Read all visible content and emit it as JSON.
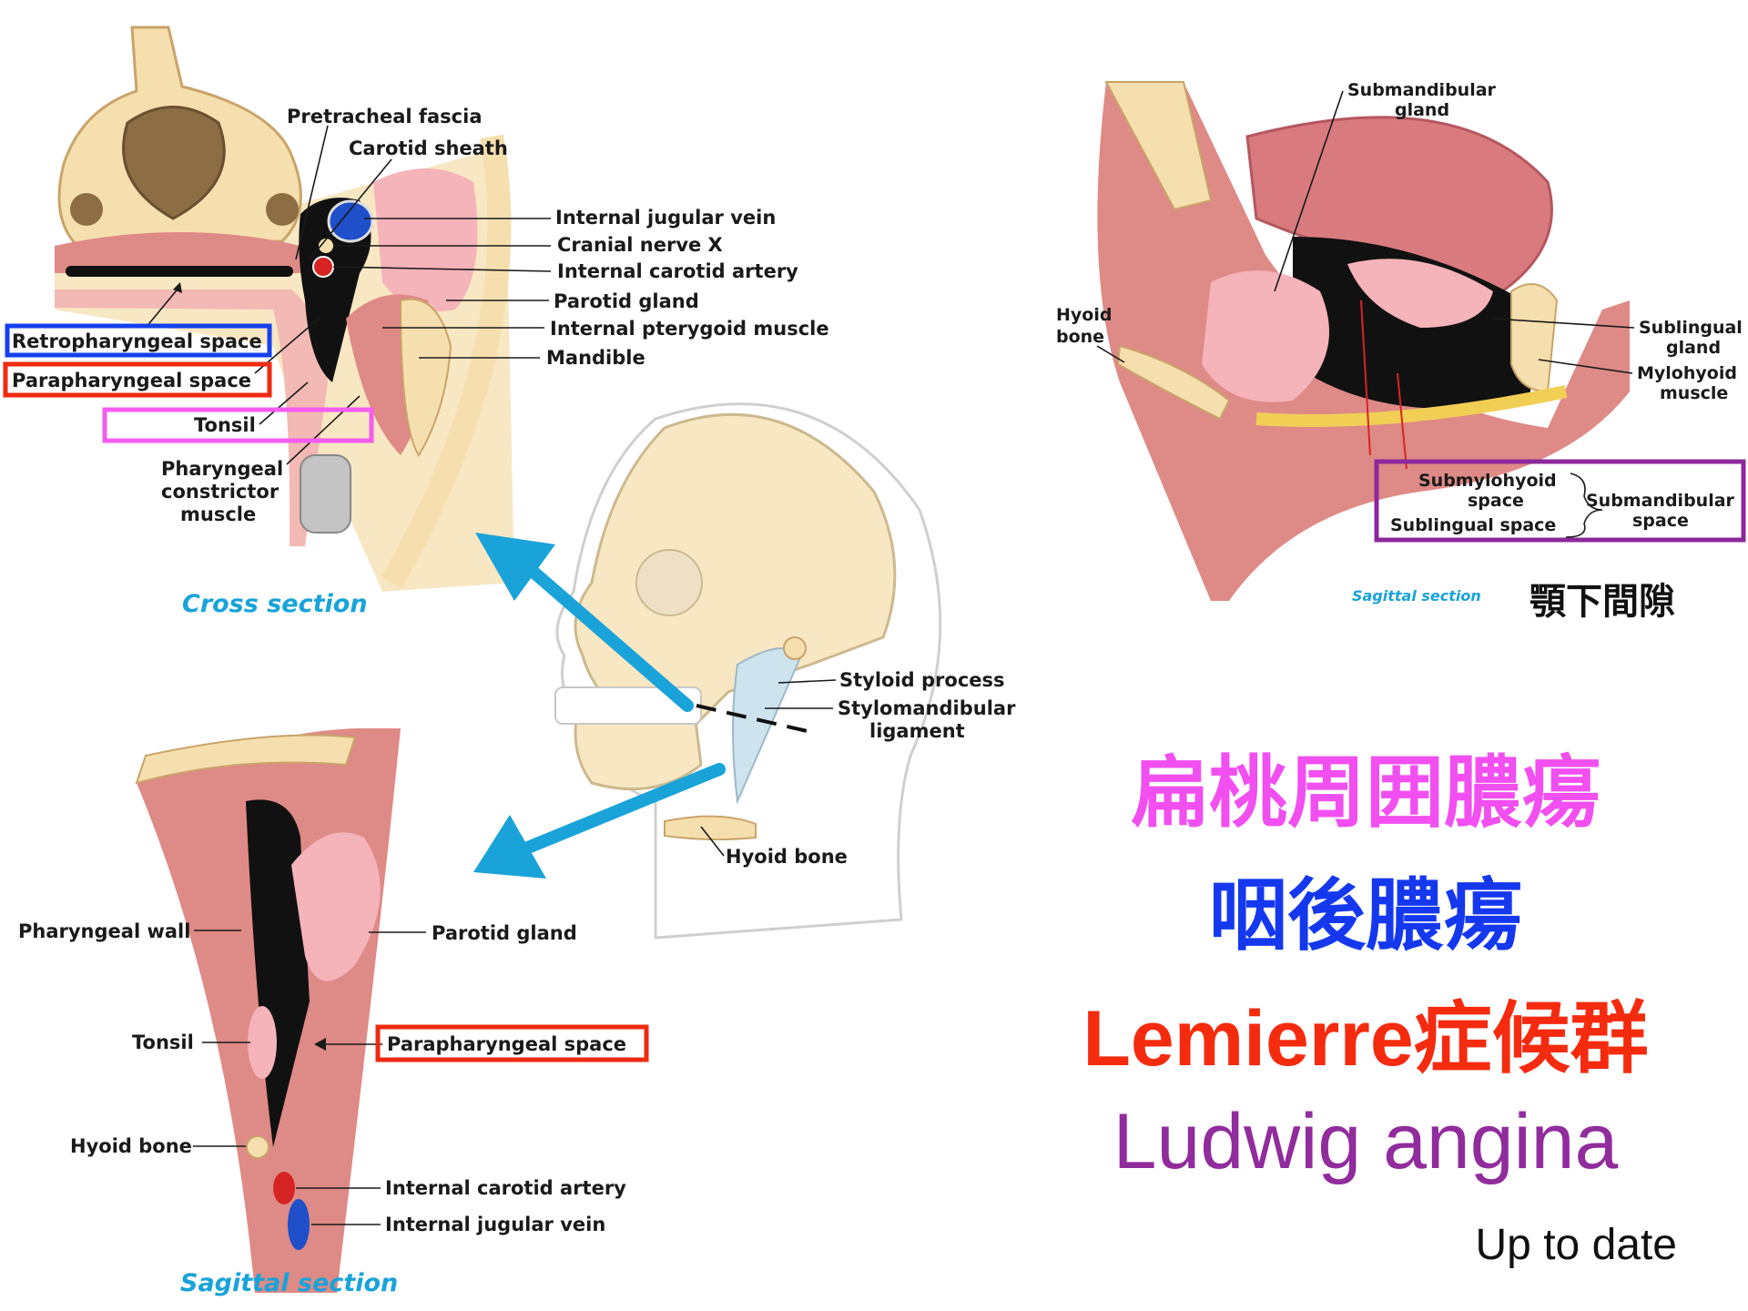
{
  "colors": {
    "bone": "#f6dfae",
    "bone_dark": "#c9a46a",
    "muscle": "#de8a86",
    "muscle_dark": "#c0605f",
    "gland": "#f5b3ba",
    "space": "#111111",
    "artery": "#d62424",
    "vein": "#1f4fc9",
    "caption": "#19a3d9",
    "arrow": "#19a3d9",
    "box_blue": "#1440ee",
    "box_red": "#ef2a10",
    "box_magenta": "#f45cf0",
    "box_purple": "#8c289c",
    "title_magenta": "#f14ff0",
    "title_blue": "#1538ef",
    "title_red": "#f52b10",
    "title_purple": "#912c9c"
  },
  "cross_section": {
    "caption": "Cross section",
    "labels": {
      "pretracheal_fascia": "Pretracheal fascia",
      "carotid_sheath": "Carotid sheath",
      "internal_jugular_vein": "Internal jugular vein",
      "cranial_nerve_x": "Cranial nerve X",
      "internal_carotid_artery": "Internal carotid artery",
      "parotid_gland": "Parotid gland",
      "internal_pterygoid_muscle": "Internal pterygoid muscle",
      "mandible": "Mandible",
      "retropharyngeal_space": "Retropharyngeal space",
      "parapharyngeal_space": "Parapharyngeal space",
      "tonsil": "Tonsil",
      "pharyngeal_constrictor_muscle": [
        "Pharyngeal",
        "constrictor",
        "muscle"
      ]
    }
  },
  "skull": {
    "labels": {
      "styloid_process": "Styloid process",
      "stylomandibular_ligament": [
        "Stylomandibular",
        "ligament"
      ],
      "hyoid_bone": "Hyoid bone"
    }
  },
  "sagittal_left": {
    "caption": "Sagittal section",
    "labels": {
      "pharyngeal_wall": "Pharyngeal wall",
      "parotid_gland": "Parotid gland",
      "tonsil": "Tonsil",
      "parapharyngeal_space": "Parapharyngeal space",
      "hyoid_bone": "Hyoid bone",
      "internal_carotid_artery": "Internal carotid artery",
      "internal_jugular_vein": "Internal jugular vein"
    }
  },
  "sagittal_right": {
    "caption": "Sagittal section",
    "labels": {
      "submandibular_gland": [
        "Submandibular",
        "gland"
      ],
      "hyoid_bone": [
        "Hyoid",
        "bone"
      ],
      "sublingual_gland": [
        "Sublingual",
        "gland"
      ],
      "mylohyoid_muscle": [
        "Mylohyoid",
        "muscle"
      ],
      "submylohyoid_space": [
        "Submylohyoid",
        "space"
      ],
      "sublingual_space": "Sublingual space",
      "submandibular_space": [
        "Submandibular",
        "space"
      ]
    },
    "jp_label": "顎下間隙"
  },
  "titles": {
    "peritonsillar": "扁桃周囲膿瘍",
    "retropharyngeal": "咽後膿瘍",
    "lemierre": "Lemierre症候群",
    "ludwig": "Ludwig angina"
  },
  "credit": "Up to date"
}
